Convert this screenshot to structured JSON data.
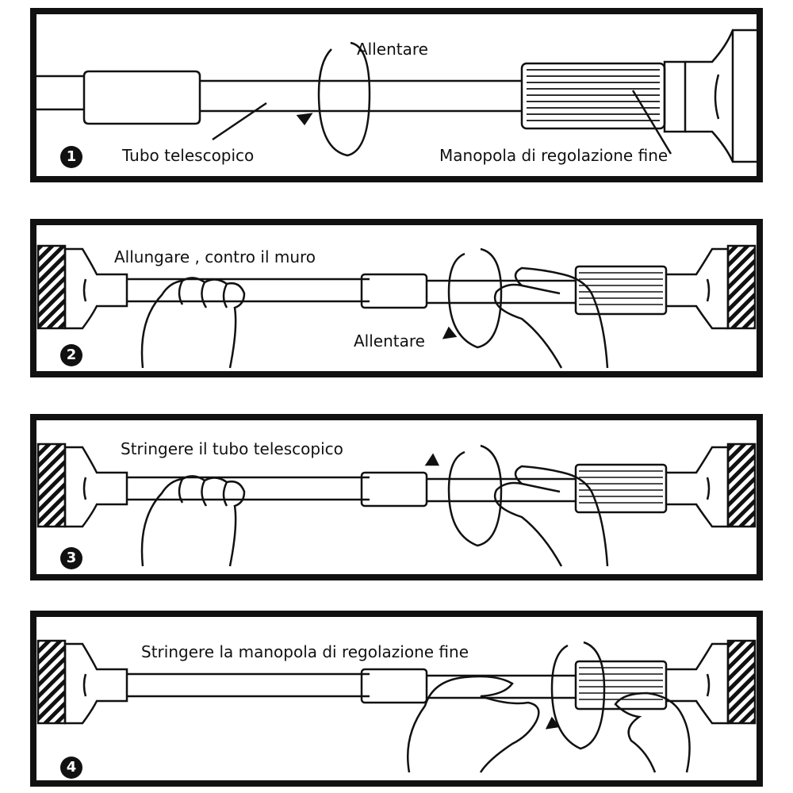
{
  "steps": [
    {
      "number": "1",
      "labels": {
        "loosen": "Allentare",
        "tube": "Tubo telescopico",
        "knob": "Manopola di regolazione fine"
      }
    },
    {
      "number": "2",
      "labels": {
        "extend": "Allungare , contro il muro",
        "loosen": "Allentare"
      }
    },
    {
      "number": "3",
      "labels": {
        "tighten_tube": "Stringere il tubo telescopico"
      }
    },
    {
      "number": "4",
      "labels": {
        "tighten_knob": "Stringere la manopola di regolazione fine"
      }
    }
  ]
}
